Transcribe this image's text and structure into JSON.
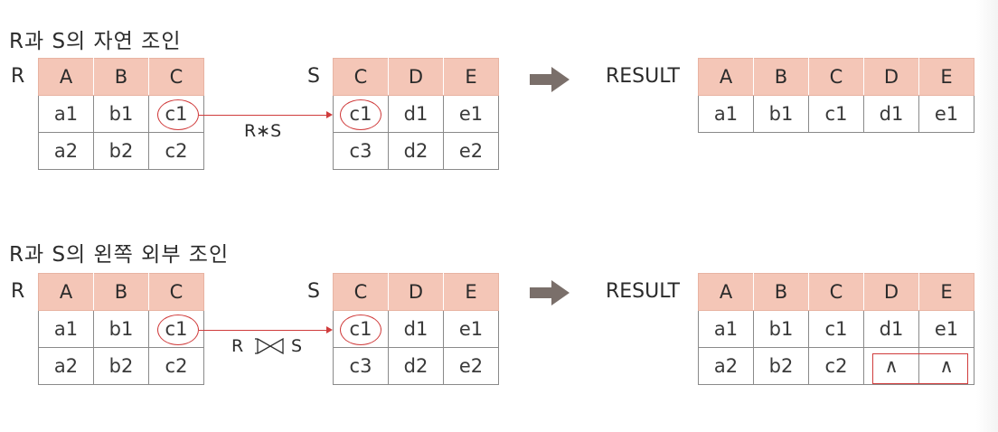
{
  "sections": [
    {
      "title": "R과 S의 자연 조인",
      "r_label": "R",
      "s_label": "S",
      "result_label": "RESULT",
      "operator": "R∗S",
      "r_table": {
        "headers": [
          "A",
          "B",
          "C"
        ],
        "rows": [
          [
            "a1",
            "b1",
            "c1"
          ],
          [
            "a2",
            "b2",
            "c2"
          ]
        ]
      },
      "s_table": {
        "headers": [
          "C",
          "D",
          "E"
        ],
        "rows": [
          [
            "c1",
            "d1",
            "e1"
          ],
          [
            "c3",
            "d2",
            "e2"
          ]
        ]
      },
      "result_table": {
        "headers": [
          "A",
          "B",
          "C",
          "D",
          "E"
        ],
        "rows": [
          [
            "a1",
            "b1",
            "c1",
            "d1",
            "e1"
          ]
        ]
      }
    },
    {
      "title": "R과 S의 왼쪽 외부 조인",
      "r_label": "R",
      "s_label": "S",
      "result_label": "RESULT",
      "operator_left": "R",
      "operator_right": "S",
      "r_table": {
        "headers": [
          "A",
          "B",
          "C"
        ],
        "rows": [
          [
            "a1",
            "b1",
            "c1"
          ],
          [
            "a2",
            "b2",
            "c2"
          ]
        ]
      },
      "s_table": {
        "headers": [
          "C",
          "D",
          "E"
        ],
        "rows": [
          [
            "c1",
            "d1",
            "e1"
          ],
          [
            "c3",
            "d2",
            "e2"
          ]
        ]
      },
      "result_table": {
        "headers": [
          "A",
          "B",
          "C",
          "D",
          "E"
        ],
        "rows": [
          [
            "a1",
            "b1",
            "c1",
            "d1",
            "e1"
          ],
          [
            "a2",
            "b2",
            "c2",
            "∧",
            "∧"
          ]
        ]
      }
    }
  ],
  "colors": {
    "header_bg": "#f4c6b7",
    "highlight": "#d03c3c",
    "arrow": "#7a6f6a"
  }
}
